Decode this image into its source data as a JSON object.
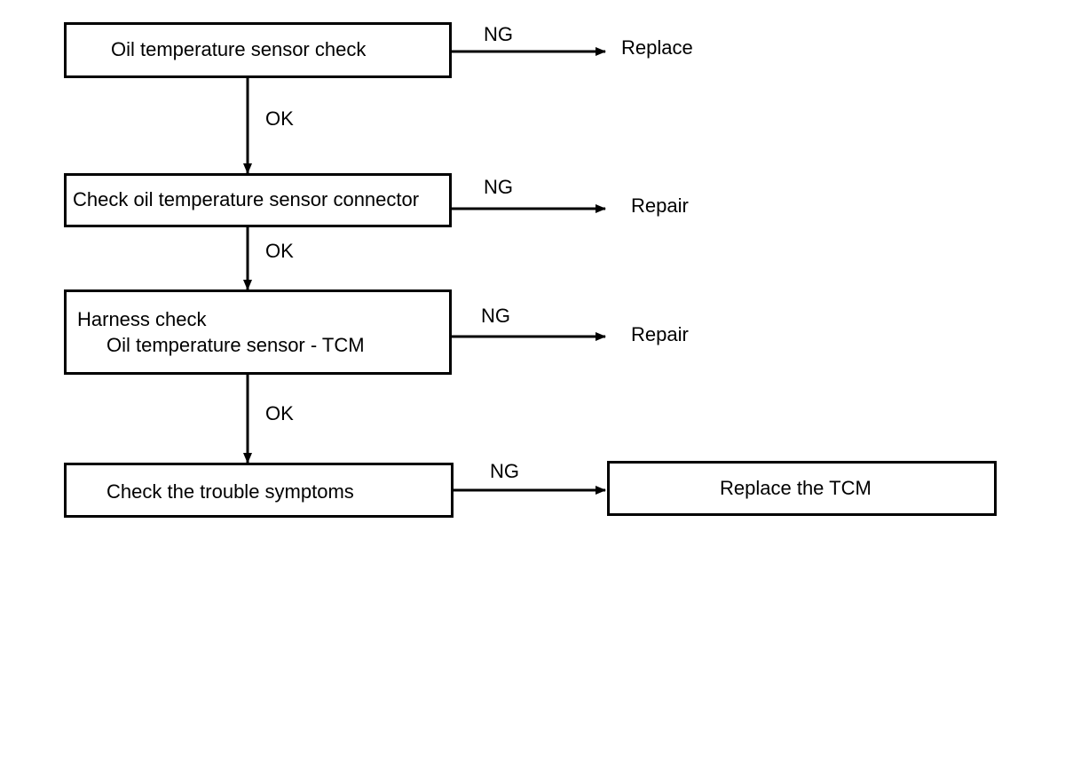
{
  "steps": [
    {
      "title": "Oil temperature sensor check",
      "ng_label": "NG",
      "ng_result": "Replace",
      "ok_label": "OK"
    },
    {
      "title": "Check oil temperature sensor connector",
      "ng_label": "NG",
      "ng_result": "Repair",
      "ok_label": "OK"
    },
    {
      "title": "Harness check",
      "subtitle": "Oil temperature sensor - TCM",
      "ng_label": "NG",
      "ng_result": "Repair",
      "ok_label": "OK"
    },
    {
      "title": "Check the trouble symptoms",
      "ng_label": "NG",
      "ng_result": "Replace the TCM"
    }
  ]
}
